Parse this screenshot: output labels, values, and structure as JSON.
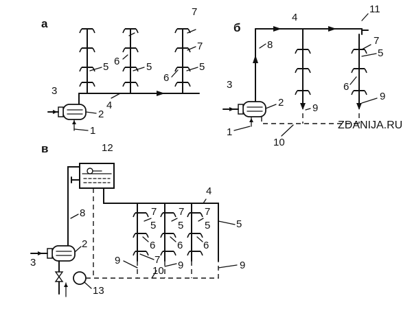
{
  "watermark": "ZDANIJA.RU",
  "section_labels": {
    "a": "а",
    "b": "б",
    "v": "в"
  },
  "numbers": {
    "n1": "1",
    "n2": "2",
    "n3": "3",
    "n4": "4",
    "n5": "5",
    "n6": "6",
    "n7": "7",
    "n8": "8",
    "n9": "9",
    "n10": "10",
    "n11": "11",
    "n12": "12",
    "n13": "13"
  }
}
